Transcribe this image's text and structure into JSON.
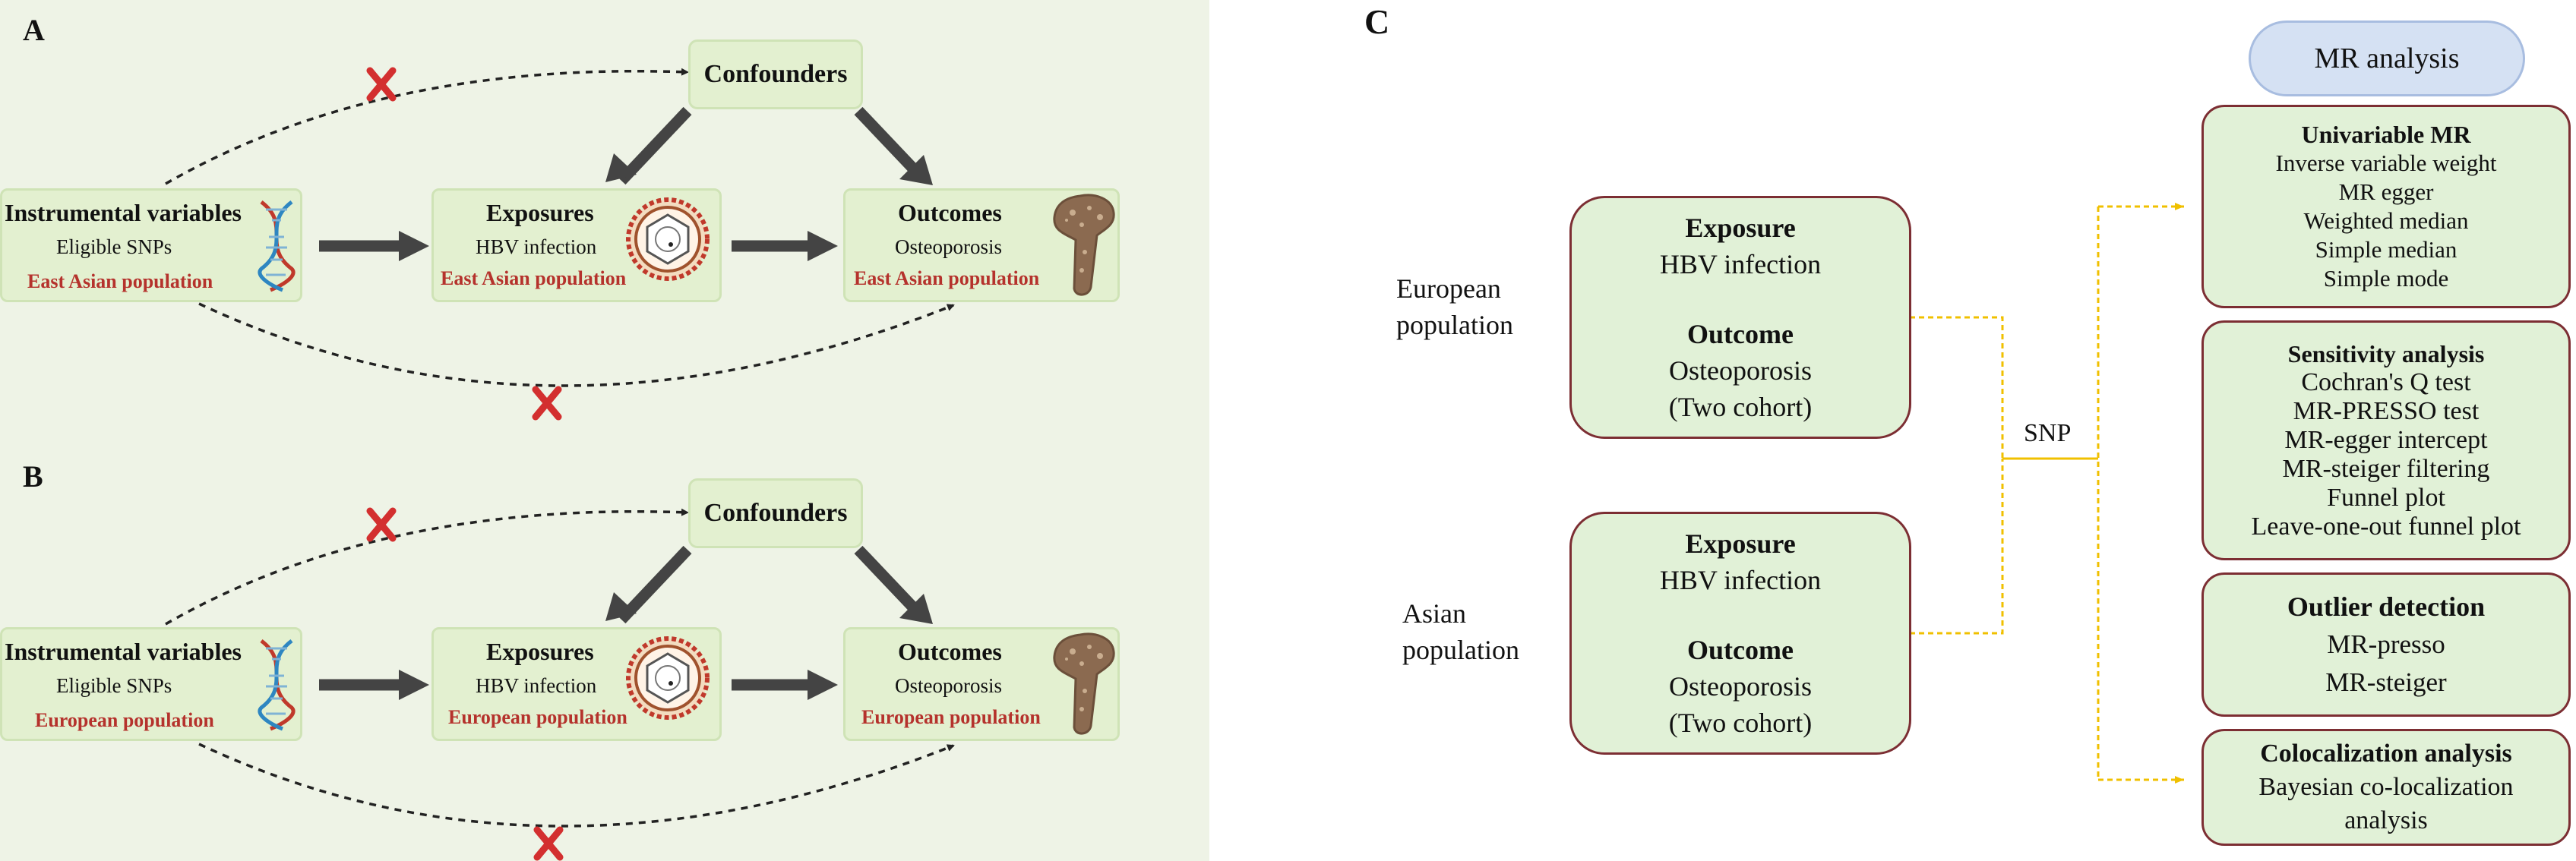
{
  "panel_a": {
    "letter": "A",
    "confounders": "Confounders",
    "iv_title": "Instrumental variables",
    "iv_sub": "Eligible SNPs",
    "iv_pop": "East Asian population",
    "exp_title": "Exposures",
    "exp_sub": "HBV infection",
    "exp_pop": "East Asian population",
    "out_title": "Outcomes",
    "out_sub": "Osteoporosis",
    "out_pop": "East Asian population"
  },
  "panel_b": {
    "letter": "B",
    "confounders": "Confounders",
    "iv_title": "Instrumental variables",
    "iv_sub": "Eligible SNPs",
    "iv_pop": "European population",
    "exp_title": "Exposures",
    "exp_sub": "HBV infection",
    "exp_pop": "European population",
    "out_title": "Outcomes",
    "out_sub": "Osteoporosis",
    "out_pop": "European population"
  },
  "panel_c": {
    "letter": "C",
    "european": {
      "line1": "European",
      "line2": "population"
    },
    "asian": {
      "line1": "Asian",
      "line2": "population"
    },
    "box_top": {
      "exposure_label": "Exposure",
      "exposure_value": "HBV infection",
      "outcome_label": "Outcome",
      "outcome_value": "Osteoporosis",
      "outcome_note": "(Two cohort)"
    },
    "box_bottom": {
      "exposure_label": "Exposure",
      "exposure_value": "HBV infection",
      "outcome_label": "Outcome",
      "outcome_value": "Osteoporosis",
      "outcome_note": "(Two cohort)"
    },
    "snp": "SNP",
    "mr_analysis": "MR analysis",
    "univariable": {
      "title": "Univariable MR",
      "items": [
        "Inverse variable weight",
        "MR egger",
        "Weighted median",
        "Simple median",
        "Simple mode"
      ]
    },
    "sensitivity": {
      "title": "Sensitivity analysis",
      "items": [
        "Cochran's Q test",
        "MR-PRESSO test",
        "MR-egger intercept",
        "MR-steiger filtering",
        "Funnel plot",
        "Leave-one-out funnel plot"
      ]
    },
    "outlier": {
      "title": "Outlier detection",
      "items": [
        "MR-presso",
        "MR-steiger"
      ]
    },
    "colocalization": {
      "title": "Colocalization analysis",
      "items": [
        "Bayesian co-localization",
        "analysis"
      ]
    }
  },
  "colors": {
    "panel_bg": "#eef3e6",
    "box_fill": "#e3f0d0",
    "box_border_c": "#7c2e33",
    "population_text": "#b5322c",
    "cross": "#d32f2f",
    "connector": "#f0c000",
    "mr_pill": "#d5e1f3"
  }
}
